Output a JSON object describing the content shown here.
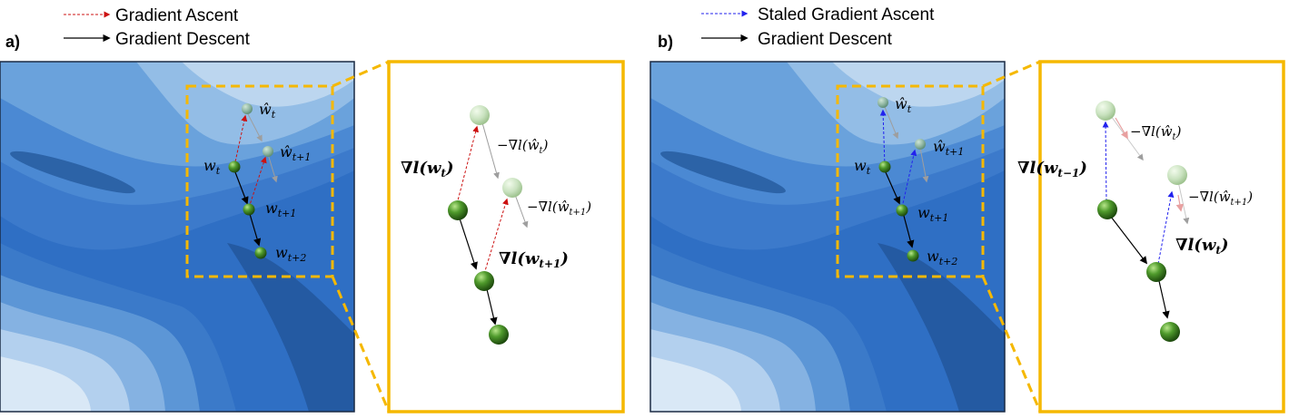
{
  "panel_a": {
    "label": "a)",
    "legend": {
      "ascent": "Gradient Ascent",
      "descent": "Gradient Descent"
    },
    "overview": {
      "w_hat_t": "ŵ",
      "w_hat_t_sub": "t",
      "w_hat_t1": "ŵ",
      "w_hat_t1_sub": "t+1",
      "w_t": "w",
      "w_t_sub": "t",
      "w_t1": "w",
      "w_t1_sub": "t+1",
      "w_t2": "w",
      "w_t2_sub": "t+2"
    },
    "zoom": {
      "grad_wt": "∇l(w",
      "grad_wt_sub": "t",
      "grad_wt_close": ")",
      "neg_grad_hat_t": "−∇l(ŵ",
      "neg_grad_hat_t_sub": "t",
      "neg_grad_hat_t_close": ")",
      "neg_grad_hat_t1": "−∇l(ŵ",
      "neg_grad_hat_t1_sub": "t+1",
      "neg_grad_hat_t1_close": ")",
      "grad_wt1": "∇l(w",
      "grad_wt1_sub": "t+1",
      "grad_wt1_close": ")"
    }
  },
  "panel_b": {
    "label": "b)",
    "legend": {
      "ascent": "Staled Gradient Ascent",
      "descent": "Gradient Descent"
    },
    "overview": {
      "w_hat_t": "ŵ",
      "w_hat_t_sub": "t",
      "w_hat_t1": "ŵ",
      "w_hat_t1_sub": "t+1",
      "w_t": "w",
      "w_t_sub": "t",
      "w_t1": "w",
      "w_t1_sub": "t+1",
      "w_t2": "w",
      "w_t2_sub": "t+2"
    },
    "zoom": {
      "neg_grad_hat_t": "−∇l(ŵ",
      "neg_grad_hat_t_sub": "t",
      "neg_grad_hat_t_close": ")",
      "grad_wtm1": "∇l(w",
      "grad_wtm1_sub": "t−1",
      "grad_wtm1_close": ")",
      "neg_grad_hat_t1": "−∇l(ŵ",
      "neg_grad_hat_t1_sub": "t+1",
      "neg_grad_hat_t1_close": ")",
      "grad_wt": "∇l(w",
      "grad_wt_sub": "t",
      "grad_wt_close": ")"
    }
  },
  "colors": {
    "ascent_arrow": "#cc1111",
    "staled_ascent_arrow": "#2222ee",
    "descent_arrow": "#000000",
    "zoom_frame": "#f5b800",
    "ghost_arrow": "#9e9e9e",
    "node": "#4a8a2a"
  }
}
